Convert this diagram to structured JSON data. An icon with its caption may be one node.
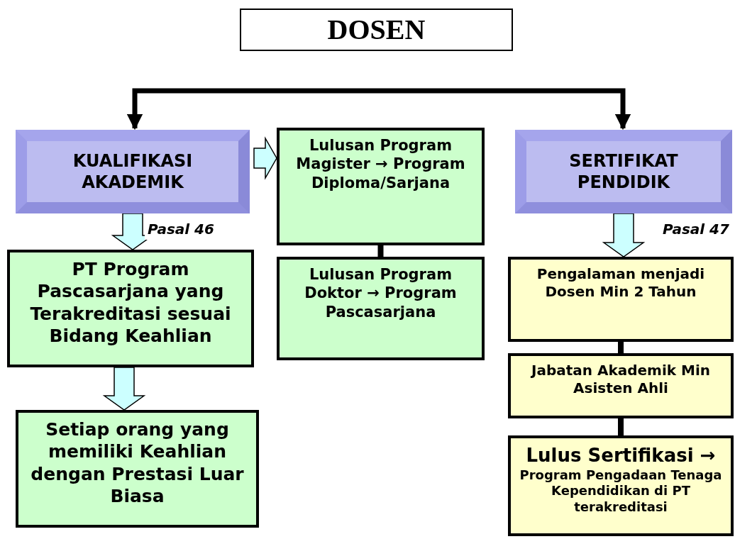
{
  "diagram": {
    "nodes": [
      {
        "text": [
          "DOSEN"
        ]
      },
      {
        "text": [
          "KUALIFIKASI AKADEMIK"
        ]
      },
      {
        "text": [
          "PT Program Pascasarjana yang Terakreditasi sesuai Bidang Keahlian"
        ]
      },
      {
        "text": [
          "Setiap orang yang memiliki Keahlian dengan Prestasi Luar Biasa"
        ]
      },
      {
        "text": [
          "Lulusan Program Magister → Program Diploma/Sarjana"
        ]
      },
      {
        "text": [
          "Lulusan Program Doktor → Program Pascasarjana"
        ]
      },
      {
        "text": [
          "SERTIFIKAT PENDIDIK"
        ]
      },
      {
        "text": [
          "Pengalaman menjadi Dosen Min 2 Tahun"
        ]
      },
      {
        "text": [
          "Jabatan Akademik Min Asisten Ahli"
        ]
      },
      {
        "text": [
          "Lulus Sertifikasi →",
          "Program Pengadaan Tenaga Kependidikan di PT terakreditasi"
        ]
      }
    ],
    "edges": [
      {
        "from": null,
        "to": 1,
        "arrow": "to"
      },
      {
        "from": null,
        "to": 6,
        "arrow": "to"
      },
      {
        "from": 1,
        "to": 2,
        "arrow": "to",
        "label": "Pasal 46",
        "style": "thick",
        "color": "#ccffff"
      },
      {
        "from": 2,
        "to": 3,
        "arrow": "to",
        "style": "thick",
        "color": "#ccffff"
      },
      {
        "from": 1,
        "to": 4,
        "arrow": "to",
        "style": "thick",
        "color": "#ccffff"
      },
      {
        "from": 4,
        "to": 5,
        "arrow": "none"
      },
      {
        "from": 6,
        "to": 7,
        "arrow": "to",
        "label": "Pasal 47",
        "style": "thick",
        "color": "#ccffff"
      },
      {
        "from": 7,
        "to": 8,
        "arrow": "none"
      },
      {
        "from": 8,
        "to": 9,
        "arrow": "none"
      }
    ]
  }
}
